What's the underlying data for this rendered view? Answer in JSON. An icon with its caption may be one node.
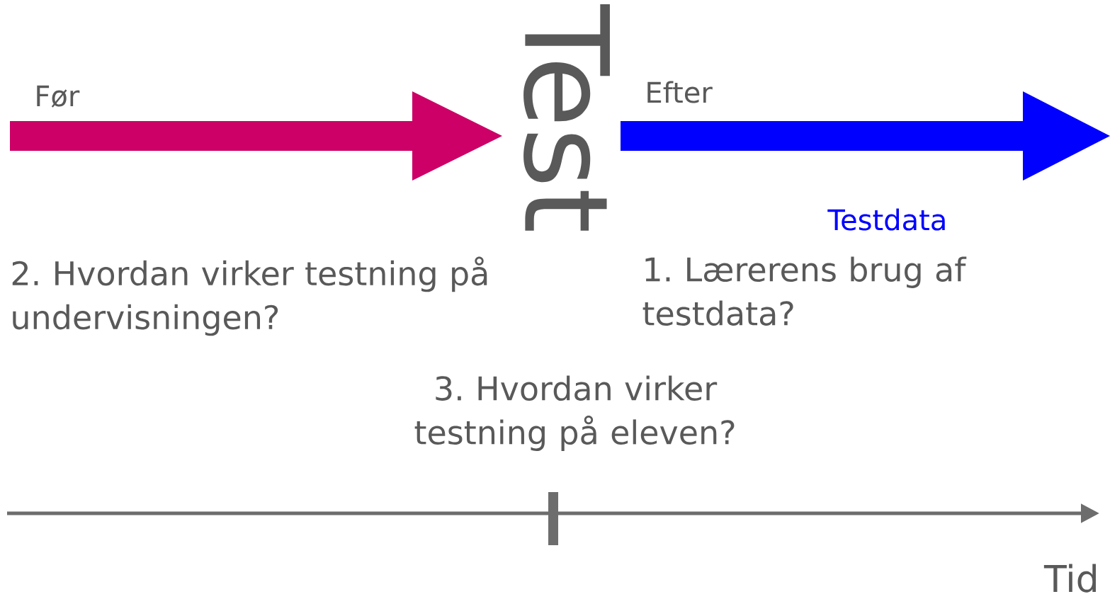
{
  "diagram": {
    "labels": [
      "Før",
      "Test",
      "Efter",
      "Testdata",
      "2. Hvordan virker testning på undervisningen?",
      "1. Lærerens brug af testdata?",
      "3. Hvordan virker testning på eleven?",
      "Tid"
    ]
  }
}
